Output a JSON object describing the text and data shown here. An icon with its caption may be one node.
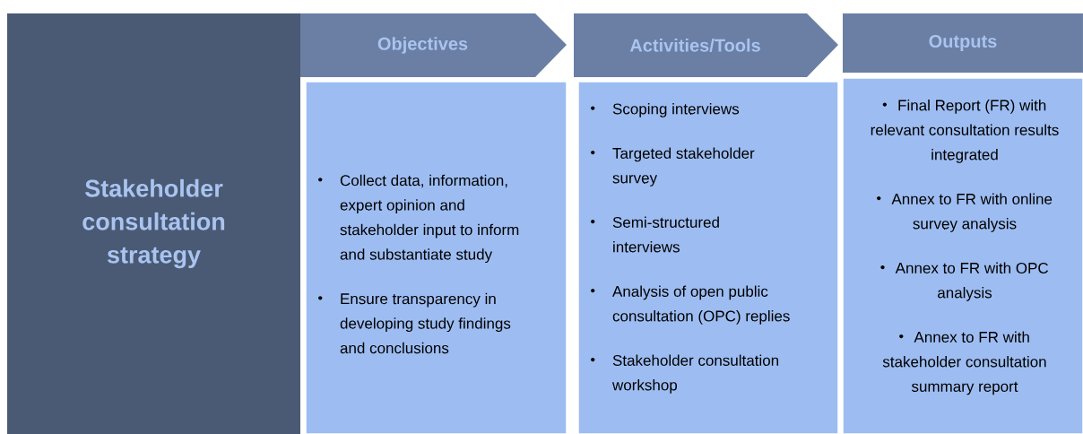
{
  "diagram": {
    "nodes": [
      {
        "text": [
          "Stakeholder consultation strategy"
        ]
      },
      {
        "text": [
          "Objectives"
        ]
      },
      {
        "text": [
          "Collect data, information, expert opinion and stakeholder input to inform and substantiate study",
          "Ensure transparency in developing study findings and conclusions"
        ]
      },
      {
        "text": [
          "Activities/Tools"
        ]
      },
      {
        "text": [
          "Scoping interviews",
          "Targeted stakeholder survey",
          "Semi-structured interviews",
          "Analysis of open public consultation (OPC) replies",
          "Stakeholder consultation workshop"
        ]
      },
      {
        "text": [
          "Outputs"
        ]
      },
      {
        "text": [
          "Final Report (FR) with relevant consultation results integrated",
          "Annex to FR with online survey analysis",
          "Annex to FR with OPC analysis",
          "Annex to FR with stakeholder consultation summary report"
        ]
      }
    ]
  }
}
